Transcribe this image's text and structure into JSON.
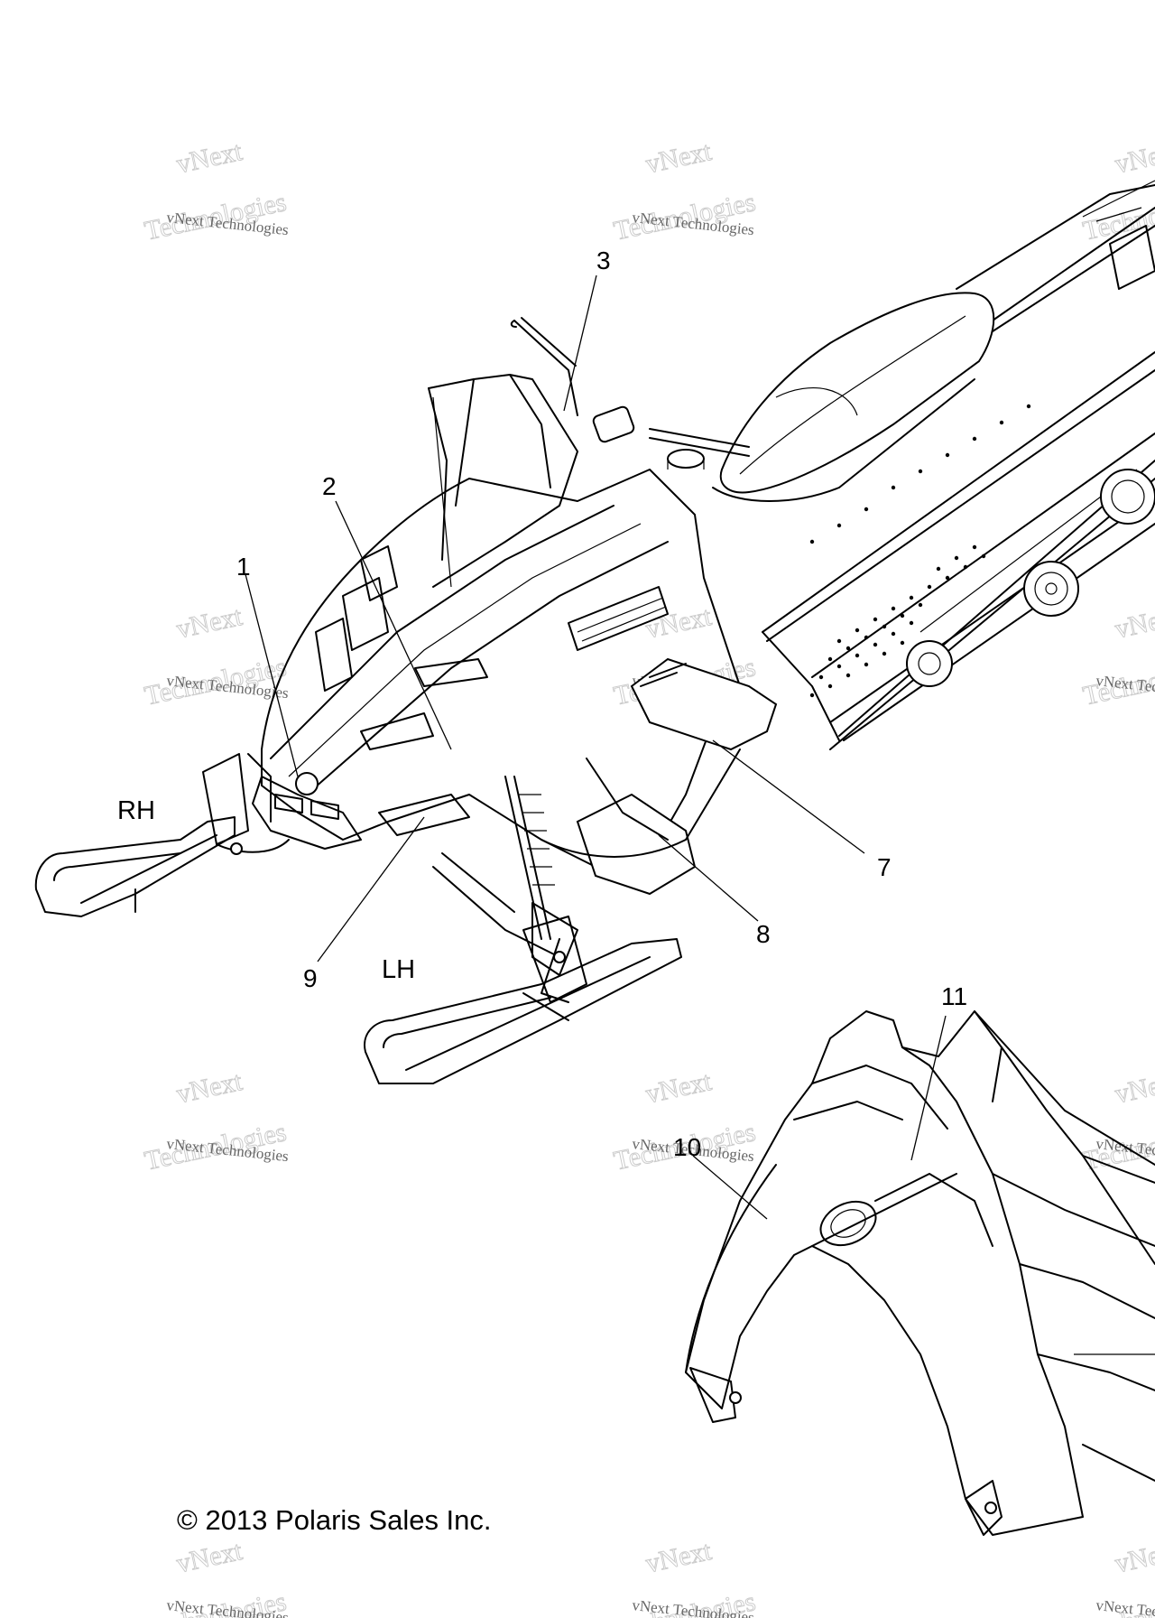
{
  "callouts": [
    {
      "label": "1"
    },
    {
      "label": "2"
    },
    {
      "label": "3"
    },
    {
      "label": "7"
    },
    {
      "label": "8"
    },
    {
      "label": "9"
    },
    {
      "label": "10"
    },
    {
      "label": "11"
    }
  ],
  "side_labels": {
    "rh": "RH",
    "lh": "LH"
  },
  "watermark": {
    "small_text": "vNext Technologies",
    "large_text": "Technologies",
    "top_text": "vNext"
  },
  "copyright": "© 2013 Polaris Sales Inc."
}
